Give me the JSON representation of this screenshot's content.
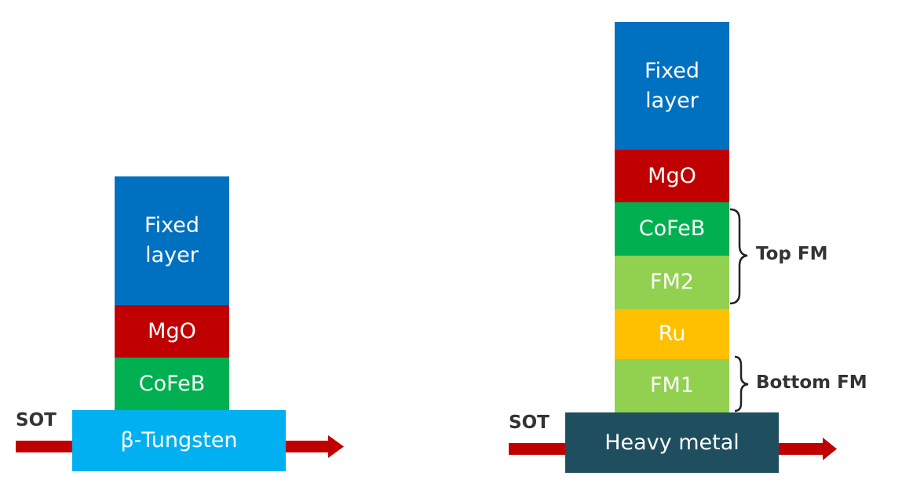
{
  "left_stack": {
    "fixed_layer": "Fixed layer",
    "mgo": "MgO",
    "cofeb": "CoFeB",
    "base": "β-Tungsten",
    "sot_label": "SOT"
  },
  "right_stack": {
    "fixed_layer": "Fixed layer",
    "mgo": "MgO",
    "cofeb": "CoFeB",
    "fm2": "FM2",
    "ru": "Ru",
    "fm1": "FM1",
    "base": "Heavy metal",
    "sot_label": "SOT",
    "top_fm_label": "Top FM",
    "bottom_fm_label": "Bottom FM"
  },
  "colors": {
    "fixed": "#0070C0",
    "mgo": "#C00000",
    "cofeb": "#00B050",
    "fm": "#92D050",
    "ru": "#FFC000",
    "tungsten": "#00B0F0",
    "heavy_metal": "#1F4E5F",
    "arrow": "#C00000"
  }
}
